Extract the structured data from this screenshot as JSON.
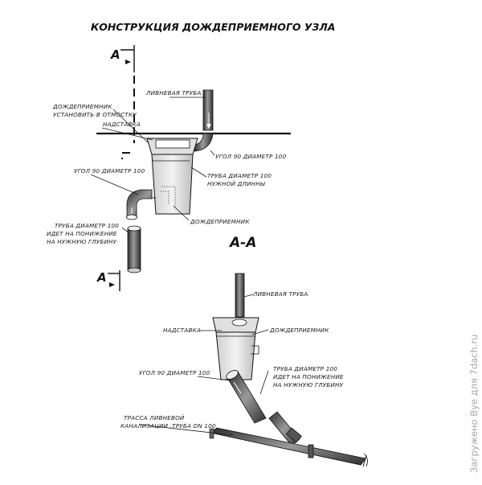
{
  "title": "КОНСТРУКЦИЯ ДОЖДЕПРИЕМНОГО УЗЛА",
  "section_marks": {
    "top": "A",
    "bottom": "A"
  },
  "section_title": "А-А",
  "plan_labels": {
    "storm_pipe": "ЛИВНЕВАЯ ТРУБА",
    "inlet_install_1": "ДОЖДЕПРИЕМНИК",
    "inlet_install_2": "УСТАНОВИТЬ В ОТМОСТКУ",
    "extension": "НАДСТАВКА",
    "elbow_right": "УГОЛ 90 ДИАМЕТР 100",
    "pipe_length_1": "ТРУБА ДИАМЕТР 100",
    "pipe_length_2": "НУЖНОЙ ДЛИННЫ",
    "elbow_left": "УГОЛ 90 ДИАМЕТР 100",
    "inlet": "ДОЖДЕПРИЕМНИК",
    "pipe_down_1": "ТРУБА ДИАМЕТР 100",
    "pipe_down_2": "ИДЕТ НА ПОНИЖЕНИЕ",
    "pipe_down_3": "НА НУЖНУЮ ГЛУБИНУ"
  },
  "section_labels": {
    "storm_pipe": "ЛИВНЕВАЯ ТРУБА",
    "extension": "НАДСТАВКА",
    "inlet": "ДОЖДЕПРИЕМНИК",
    "elbow": "УГОЛ 90 ДИАМЕТР 100",
    "pipe_down_1": "ТРУБА ДИАМЕТР 100",
    "pipe_down_2": "ИДЕТ НА ПОНИЖЕНИЕ",
    "pipe_down_3": "НА НУЖНУЮ ГЛУБИНУ",
    "route_1": "ТРАССА ЛИВНЕВОЙ",
    "route_2": "КАНАЛИЗАЦИИ ,ТРУБА DN 100"
  },
  "watermark": "Загружено Вуе для 7dach.ru",
  "colors": {
    "ink": "#1a1a1a",
    "pipe_dark": "#3a3a3a",
    "body_light": "#e6e6e6",
    "watermark": "#a8a8a8"
  }
}
